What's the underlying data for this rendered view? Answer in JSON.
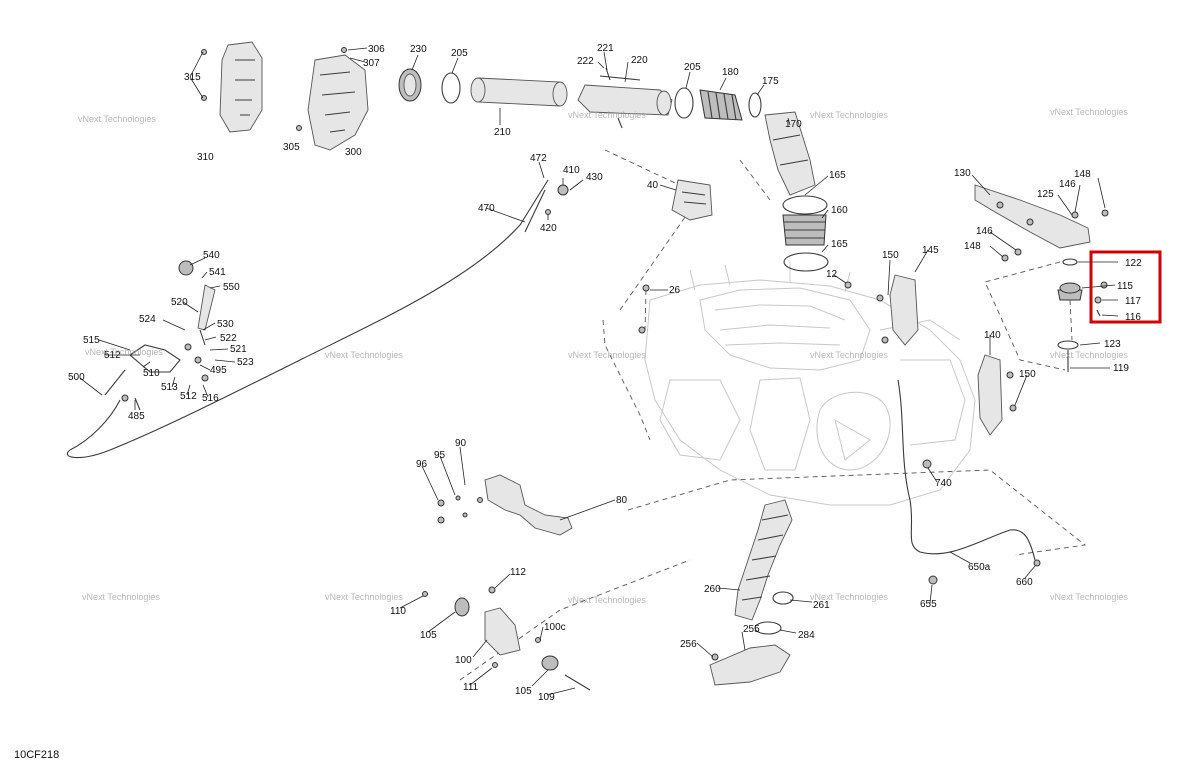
{
  "diagram_code": "10CF218",
  "watermark": "vNext Technologies",
  "highlight_color": "#d10000",
  "callouts": [
    "306",
    "307",
    "230",
    "205",
    "221",
    "222",
    "220",
    "205",
    "180",
    "175",
    "315",
    "310",
    "305",
    "300",
    "210",
    "170",
    "472",
    "410",
    "430",
    "40",
    "470",
    "420",
    "165",
    "160",
    "165",
    "130",
    "148",
    "146",
    "125",
    "146",
    "148",
    "122",
    "115",
    "117",
    "116",
    "540",
    "541",
    "550",
    "520",
    "524",
    "530",
    "522",
    "521",
    "523",
    "515",
    "512",
    "510",
    "495",
    "513",
    "512",
    "516",
    "500",
    "485",
    "26",
    "12",
    "150",
    "145",
    "140",
    "123",
    "119",
    "150",
    "96",
    "95",
    "90",
    "80",
    "740",
    "650a",
    "660",
    "655",
    "112",
    "110",
    "105",
    "100c",
    "100",
    "111",
    "105",
    "109",
    "260",
    "261",
    "284",
    "256",
    "255"
  ]
}
